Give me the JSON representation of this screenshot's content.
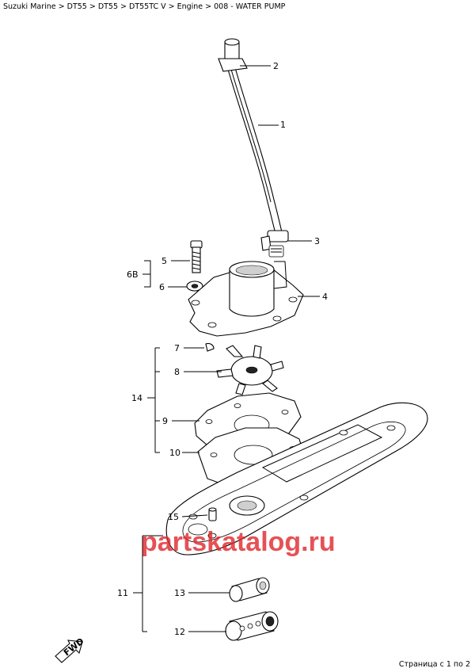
{
  "breadcrumb": {
    "items": [
      "Suzuki Marine",
      "DT55",
      "DT55",
      "DT55TC V",
      "Engine"
    ],
    "current": "008 - WATER PUMP",
    "separator": ">"
  },
  "callouts": {
    "c1": "1",
    "c2": "2",
    "c3": "3",
    "c4": "4",
    "c5": "5",
    "c6": "6",
    "c6b": "6B",
    "c7": "7",
    "c8": "8",
    "c9": "9",
    "c10": "10",
    "c11": "11",
    "c12": "12",
    "c13": "13",
    "c14": "14",
    "c15": "15"
  },
  "watermark": "partskatalog.ru",
  "fwd_label": "FWD",
  "pager": "Страница с 1 по 2",
  "colors": {
    "watermark": "#e0262b",
    "line": "#000000",
    "background": "#ffffff"
  }
}
